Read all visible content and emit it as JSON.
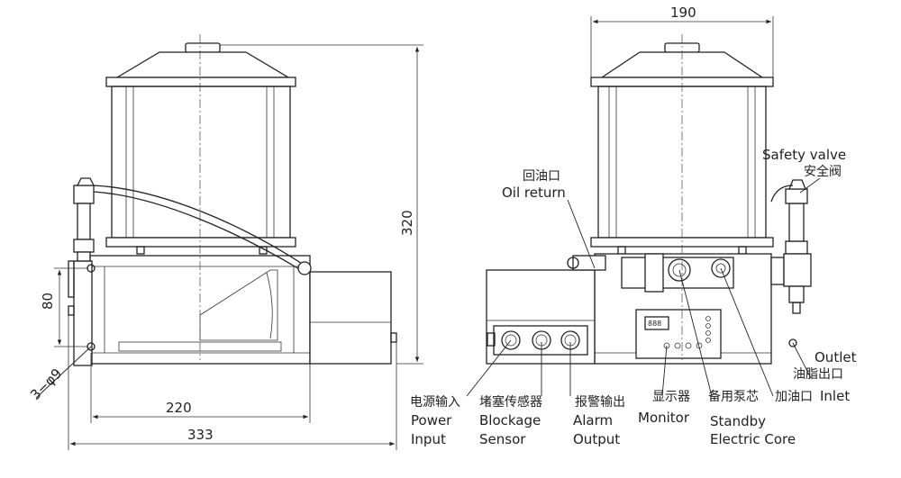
{
  "dimensions": {
    "width_top": "190",
    "height_total": "320",
    "height_mount": "80",
    "holes": "3−φ9",
    "width_base": "220",
    "width_total": "333"
  },
  "labels": {
    "oil_return_cn": "回油口",
    "oil_return_en": "Oil return",
    "safety_valve_en": "Safety valve",
    "safety_valve_cn": "安全阀",
    "outlet_en": "Outlet",
    "outlet_cn": "油脂出口",
    "power_input_cn": "电源输入",
    "power_input_en_1": "Power",
    "power_input_en_2": "Input",
    "blockage_sensor_cn": "堵塞传感器",
    "blockage_sensor_en_1": "Blockage",
    "blockage_sensor_en_2": "Sensor",
    "alarm_output_cn": "报警输出",
    "alarm_output_en_1": "Alarm",
    "alarm_output_en_2": "Output",
    "monitor_cn": "显示器",
    "monitor_en": "Monitor",
    "standby_core_cn": "备用泵芯",
    "standby_core_en_1": "Standby",
    "standby_core_en_2": "Electric Core",
    "inlet_cn": "加油口",
    "inlet_en": "Inlet"
  }
}
